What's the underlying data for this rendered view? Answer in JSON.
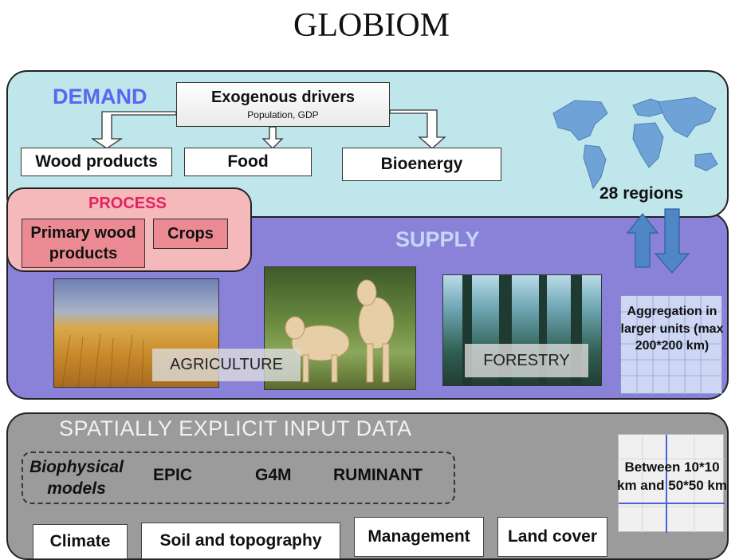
{
  "title": "GLOBIOM",
  "demand": {
    "label": "DEMAND",
    "drivers_title": "Exogenous drivers",
    "drivers_sub": "Population, GDP",
    "products": [
      "Wood products",
      "Food",
      "Bioenergy"
    ],
    "regions": "28 regions"
  },
  "process": {
    "label": "PROCESS",
    "items": [
      "Primary wood products",
      "Crops"
    ]
  },
  "supply": {
    "label": "SUPPLY",
    "agriculture": "AGRICULTURE",
    "forestry": "FORESTRY",
    "aggregation": "Aggregation in larger units (max 200*200 km)"
  },
  "input": {
    "label": "SPATIALLY EXPLICIT INPUT DATA",
    "biophysical_label": "Biophysical models",
    "models": [
      "EPIC",
      "G4M",
      "RUMINANT"
    ],
    "resolution": "Between 10*10 km and 50*50 km",
    "data": [
      "Climate",
      "Soil and topography",
      "Management",
      "Land cover"
    ]
  },
  "colors": {
    "demand_bg": "#bfe6ea",
    "supply_bg": "#8a81d9",
    "input_bg": "#9b9b9b",
    "process_bg": "#f5b8bb",
    "arrow_blue": "#4f86c6"
  }
}
